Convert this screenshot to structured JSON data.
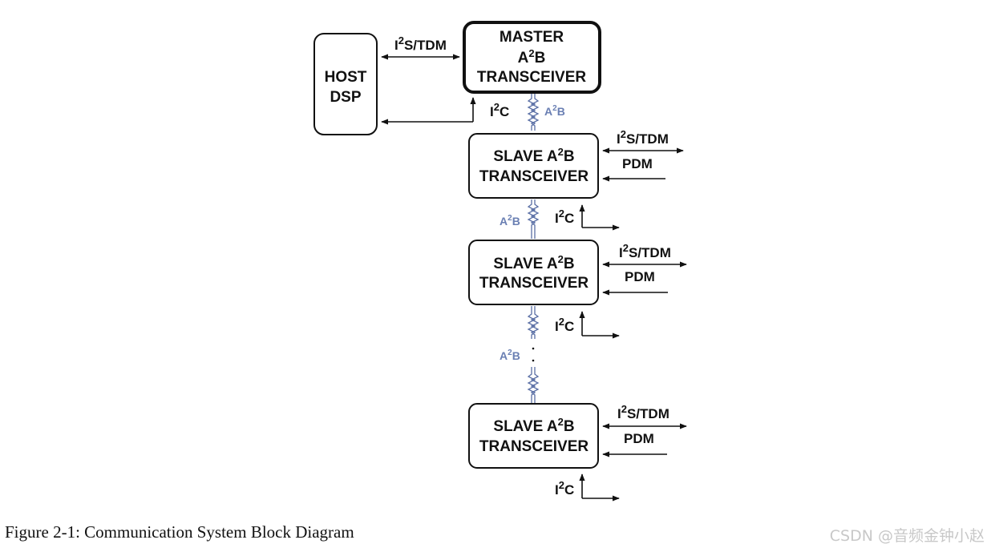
{
  "host": {
    "line1": "HOST",
    "line2": "DSP"
  },
  "master": {
    "line1": "MASTER",
    "line2_pre": "A",
    "line2_sup": "2",
    "line2_post": "B",
    "line3": "TRANSCEIVER"
  },
  "slave": {
    "pre": "SLAVE A",
    "sup": "2",
    "post": "B",
    "line2": "TRANSCEIVER"
  },
  "signals": {
    "i2s_pre": "I",
    "i2s_sup": "2",
    "i2s_post": "S/TDM",
    "i2c_pre": "I",
    "i2c_sup": "2",
    "i2c_post": "C",
    "pdm": "PDM"
  },
  "bus": {
    "pre": "A",
    "sup": "2",
    "post": "B",
    "ellipsis": "·\n·"
  },
  "caption": "Figure 2-1: Communication System Block Diagram",
  "watermark": "CSDN @音频金钟小赵"
}
